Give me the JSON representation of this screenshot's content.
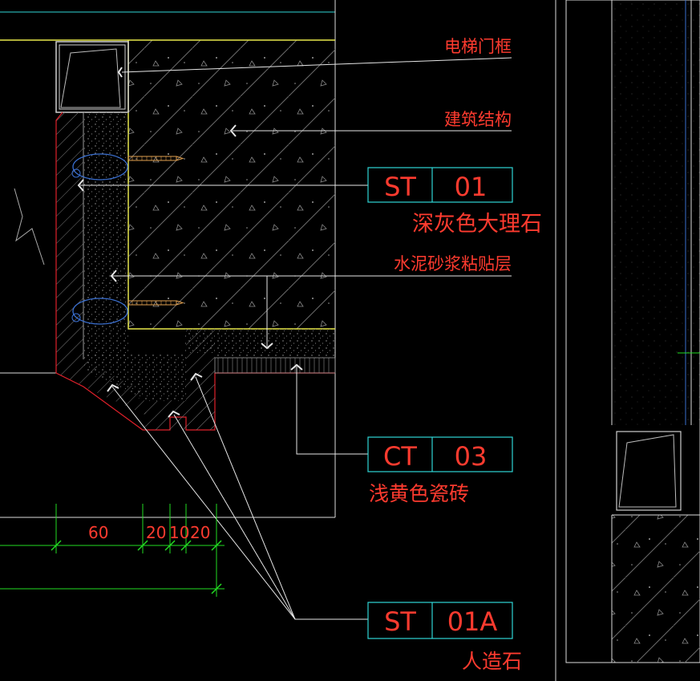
{
  "annotations": {
    "elevator_frame": "电梯门框",
    "building_structure": "建筑结构",
    "dark_grey_marble": "深灰色大理石",
    "cement_mortar": "水泥砂浆粘贴层",
    "light_yellow_tile": "浅黄色瓷砖",
    "artificial_stone": "人造石"
  },
  "material_tags": [
    {
      "code": "ST",
      "number": "01"
    },
    {
      "code": "CT",
      "number": "03"
    },
    {
      "code": "ST",
      "number": "01A"
    }
  ],
  "dimensions": [
    "60",
    "20",
    "10",
    "20"
  ],
  "colors": {
    "background": "#000000",
    "text": "#ff3b2f",
    "tag_border": "#2fd6d6",
    "dimension_line": "#22dd22",
    "structure_outline": "#e8e84a",
    "finish_outline": "#e0202a",
    "leader": "#e6e6e6",
    "hatch": "#8a8a8a",
    "anchor_loop": "#3a6fd0",
    "screw": "#e0a050"
  }
}
